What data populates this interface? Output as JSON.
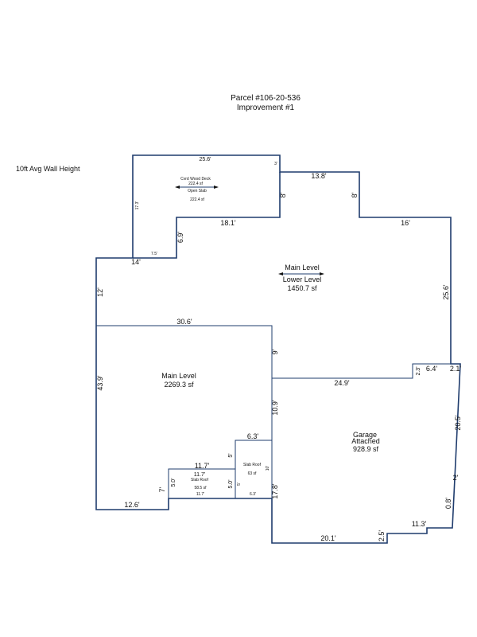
{
  "header": {
    "parcel": "Parcel #106-20-536",
    "improvement": "Improvement #1"
  },
  "note": "10ft Avg Wall Height",
  "areas": {
    "deck": {
      "name": "Cvrd Wood Deck",
      "sf": "222.4 sf",
      "sub": "Open Slab",
      "sub_sf": "222.4 sf"
    },
    "lower": {
      "name": "Main Level",
      "sub": "Lower Level",
      "sf": "1450.7 sf"
    },
    "main": {
      "name": "Main Level",
      "sf": "2269.3 sf"
    },
    "garage": {
      "name": "Garage",
      "sub": "Attached",
      "sf": "928.9 sf"
    },
    "slab1": {
      "name": "Slab Roof",
      "sf": "63 sf"
    },
    "slab2": {
      "name": "Slab Roof",
      "sf": "58.5 sf"
    }
  },
  "dims": {
    "d_25_6_top": "25.6'",
    "d_3": "3'",
    "d_17_3": "17.3'",
    "d_13_8": "13.8'",
    "d_8a": "8'",
    "d_8b": "8'",
    "d_18_1": "18.1'",
    "d_16": "16'",
    "d_6_9": "6.9'",
    "d_7_5": "7.5'",
    "d_14": "14'",
    "d_12": "12'",
    "d_25_6_right": "25.6'",
    "d_30_6": "30.6'",
    "d_9": "9'",
    "d_2_3": "2.3'",
    "d_6_4": "6.4'",
    "d_2_1": "2.1'",
    "d_24_9": "24.9'",
    "d_43_9": "43.9'",
    "d_10_9": "10.9'",
    "d_20_5": "20.5'",
    "d_6_3": "6.3'",
    "d_5a": "5'",
    "d_11_7": "11.7'",
    "d_11_7b": "11.7'",
    "d_11_7c": "11.7'",
    "d_5_0a": "5.0'",
    "d_5_0b": "5.0'",
    "d_7": "7'",
    "d_10": "10'",
    "d_5b": "5'",
    "d_6_3s": "6.3'",
    "d_17_8": "17.8'",
    "d_2": "2'",
    "d_0_8": "0.8'",
    "d_11_3": "11.3'",
    "d_2_5": "2.5'",
    "d_20_1": "20.1'",
    "d_12_6": "12.6'"
  }
}
